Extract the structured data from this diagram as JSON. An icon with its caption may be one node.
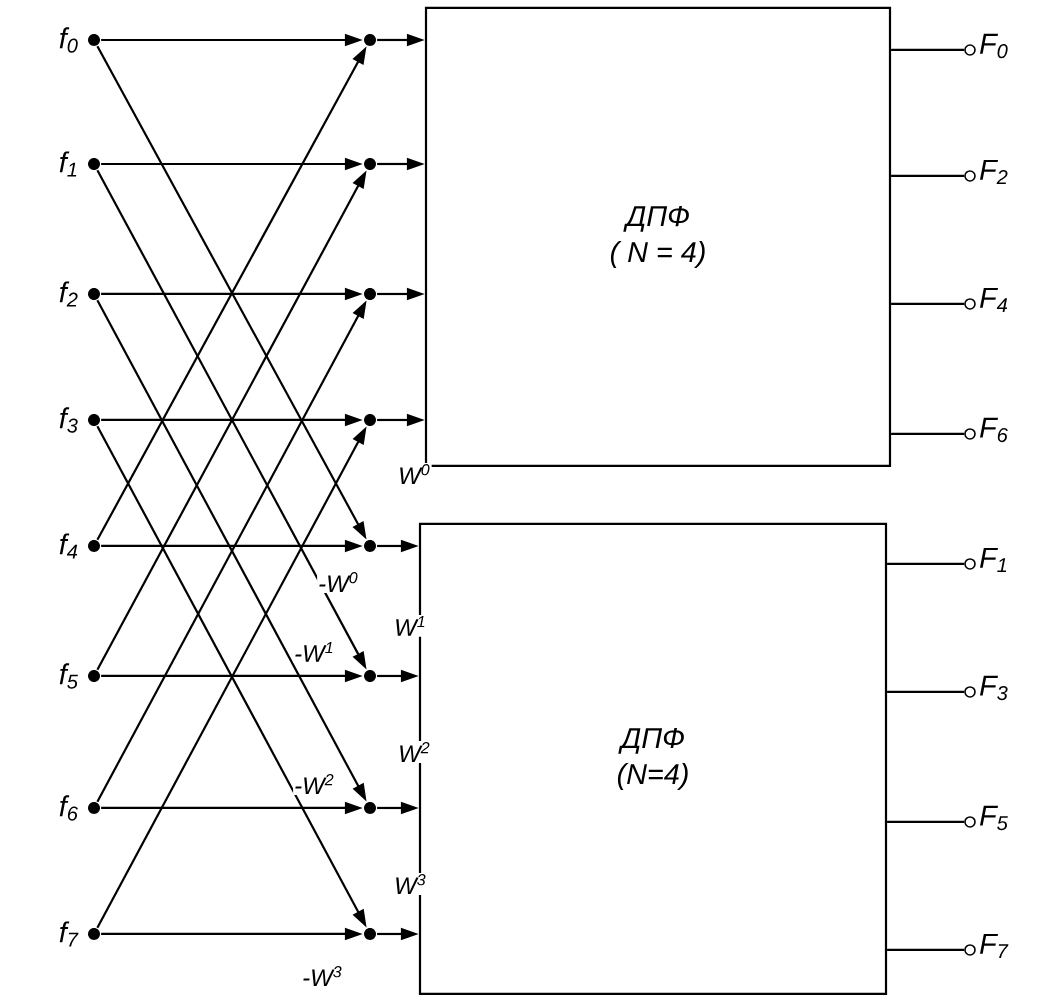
{
  "diagram": {
    "nodes": [
      {
        "text": [
          "f$_{0}$"
        ]
      },
      {
        "text": [
          "f$_{1}$"
        ]
      },
      {
        "text": [
          "f$_{2}$"
        ]
      },
      {
        "text": [
          "f$_{3}$"
        ]
      },
      {
        "text": [
          "f$_{4}$"
        ]
      },
      {
        "text": [
          "f$_{5}$"
        ]
      },
      {
        "text": [
          "f$_{6}$"
        ]
      },
      {
        "text": [
          "f$_{7}$"
        ]
      },
      {
        "text": [],
        "shape": "circle"
      },
      {
        "text": [],
        "shape": "circle"
      },
      {
        "text": [],
        "shape": "circle"
      },
      {
        "text": [],
        "shape": "circle"
      },
      {
        "text": [],
        "shape": "circle"
      },
      {
        "text": [],
        "shape": "circle"
      },
      {
        "text": [],
        "shape": "circle"
      },
      {
        "text": [],
        "shape": "circle"
      },
      {
        "text": [
          "ДПФ",
          "( N = 4)"
        ]
      },
      {
        "text": [
          "ДПФ",
          "(N=4)"
        ]
      },
      {
        "text": [
          "F$_{0}$"
        ]
      },
      {
        "text": [
          "F$_{2}$"
        ]
      },
      {
        "text": [
          "F$_{4}$"
        ]
      },
      {
        "text": [
          "F$_{6}$"
        ]
      },
      {
        "text": [
          "F$_{1}$"
        ]
      },
      {
        "text": [
          "F$_{3}$"
        ]
      },
      {
        "text": [
          "F$_{5}$"
        ]
      },
      {
        "text": [
          "F$_{7}$"
        ]
      }
    ],
    "edges": [
      {
        "from": 0,
        "to": 8,
        "arrow": "to"
      },
      {
        "from": 4,
        "to": 8,
        "arrow": "to"
      },
      {
        "from": 0,
        "to": 12,
        "arrow": "to",
        "label": "W$^{0}$"
      },
      {
        "from": 4,
        "to": 12,
        "arrow": "to",
        "label": "-W$^{0}$"
      },
      {
        "from": 1,
        "to": 9,
        "arrow": "to"
      },
      {
        "from": 5,
        "to": 9,
        "arrow": "to"
      },
      {
        "from": 1,
        "to": 13,
        "arrow": "to",
        "label": "W$^{1}$"
      },
      {
        "from": 5,
        "to": 13,
        "arrow": "to",
        "label": "-W$^{1}$"
      },
      {
        "from": 2,
        "to": 10,
        "arrow": "to"
      },
      {
        "from": 6,
        "to": 10,
        "arrow": "to"
      },
      {
        "from": 2,
        "to": 14,
        "arrow": "to",
        "label": "W$^{2}$"
      },
      {
        "from": 6,
        "to": 14,
        "arrow": "to",
        "label": "-W$^{2}$"
      },
      {
        "from": 3,
        "to": 11,
        "arrow": "to"
      },
      {
        "from": 7,
        "to": 11,
        "arrow": "to"
      },
      {
        "from": 3,
        "to": 15,
        "arrow": "to",
        "label": "W$^{3}$"
      },
      {
        "from": 7,
        "to": 15,
        "arrow": "to",
        "label": "-W$^{3}$"
      },
      {
        "from": 8,
        "to": 16,
        "arrow": "to"
      },
      {
        "from": 9,
        "to": 16,
        "arrow": "to"
      },
      {
        "from": 10,
        "to": 16,
        "arrow": "to"
      },
      {
        "from": 11,
        "to": 16,
        "arrow": "to"
      },
      {
        "from": 12,
        "to": 17,
        "arrow": "to"
      },
      {
        "from": 13,
        "to": 17,
        "arrow": "to"
      },
      {
        "from": 14,
        "to": 17,
        "arrow": "to"
      },
      {
        "from": 15,
        "to": 17,
        "arrow": "to"
      },
      {
        "from": 16,
        "to": 18,
        "arrow": "none"
      },
      {
        "from": 16,
        "to": 19,
        "arrow": "none"
      },
      {
        "from": 16,
        "to": 20,
        "arrow": "none"
      },
      {
        "from": 16,
        "to": 21,
        "arrow": "none"
      },
      {
        "from": 17,
        "to": 22,
        "arrow": "none"
      },
      {
        "from": 17,
        "to": 23,
        "arrow": "none"
      },
      {
        "from": 17,
        "to": 24,
        "arrow": "none"
      },
      {
        "from": 17,
        "to": 25,
        "arrow": "none"
      }
    ]
  }
}
